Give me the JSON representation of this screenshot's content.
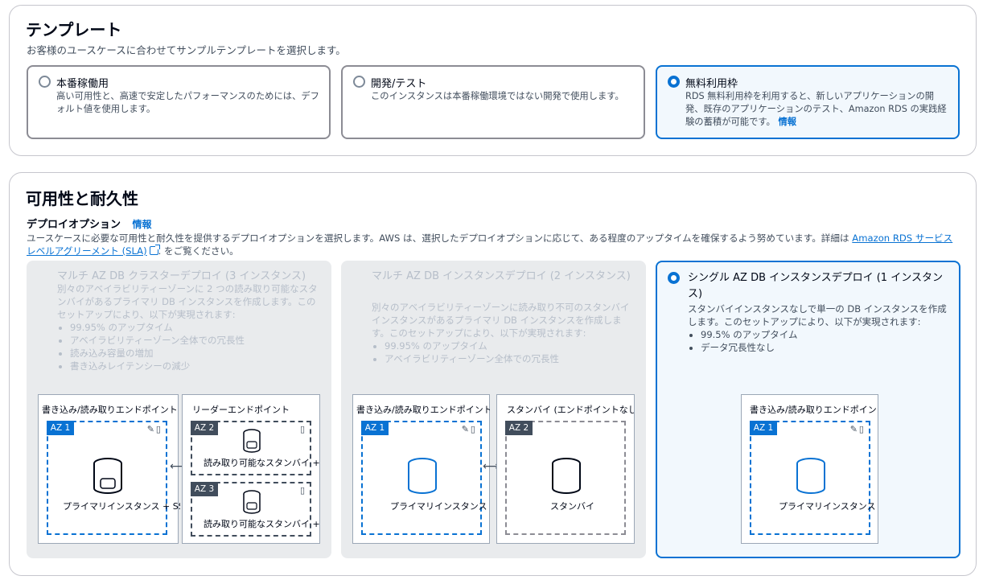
{
  "template": {
    "title": "テンプレート",
    "description": "お客様のユースケースに合わせてサンプルテンプレートを選択します。",
    "options": [
      {
        "title": "本番稼働用",
        "description": "高い可用性と、高速で安定したパフォーマンスのためには、デフォルト値を使用します。",
        "selected": false
      },
      {
        "title": "開発/テスト",
        "description": "このインスタンスは本番稼働環境ではない開発で使用します。",
        "selected": false
      },
      {
        "title": "無料利用枠",
        "description": "RDS 無料利用枠を利用すると、新しいアプリケーションの開発、既存のアプリケーションのテスト、Amazon RDS の実践経験の蓄積が可能です。",
        "info_link": "情報",
        "selected": true
      }
    ]
  },
  "availability": {
    "title": "可用性と耐久性",
    "deploy_label": "デプロイオプション",
    "info_link": "情報",
    "description_prefix": "ユースケースに必要な可用性と耐久性を提供するデプロイオプションを選択します。AWS は、選択したデプロイオプションに応じて、ある程度のアップタイムを確保するよう努めています。詳細は",
    "sla_link": "Amazon RDS サービスレベルアグリーメント (SLA)",
    "description_suffix": ". をご覧ください。",
    "options": [
      {
        "title": "マルチ AZ DB クラスターデプロイ (3 インスタンス)",
        "description": "別々のアベイラビリティーゾーンに 2 つの読み取り可能なスタンバイがあるプライマリ DB インスタンスを作成します。このセットアップにより、以下が実現されます:",
        "bullets": [
          "99.95% のアップタイム",
          "アベイラビリティーゾーン全体での冗長性",
          "読み込み容量の増加",
          "書き込みレイテンシーの減少"
        ],
        "disabled": true,
        "diagram": {
          "primary_box_label": "書き込み/読み取りエンドポイント",
          "reader_box_label": "リーダーエンドポイント",
          "az1": "AZ 1",
          "az2": "AZ 2",
          "az3": "AZ 3",
          "primary_label": "プライマリインスタンス + SSD",
          "standby_label": "読み取り可能なスタンバイ + SSD"
        }
      },
      {
        "title": "マルチ AZ DB インスタンスデプロイ (2 インスタンス)",
        "description": "別々のアベイラビリティーゾーンに読み取り不可のスタンバイインスタンスがあるプライマリ DB インスタンスを作成します。このセットアップにより、以下が実現されます:",
        "bullets": [
          "99.95% のアップタイム",
          "アベイラビリティーゾーン全体での冗長性"
        ],
        "disabled": true,
        "diagram": {
          "primary_box_label": "書き込み/読み取りエンドポイント",
          "standby_box_label": "スタンバイ (エンドポイントなし)",
          "az1": "AZ 1",
          "az2": "AZ 2",
          "primary_label": "プライマリインスタンス",
          "standby_label": "スタンバイ"
        }
      },
      {
        "title": "シングル AZ DB インスタンスデプロイ (1 インスタンス)",
        "description": "スタンバイインスタンスなしで単一の DB インスタンスを作成します。このセットアップにより、以下が実現されます:",
        "bullets": [
          "99.5% のアップタイム",
          "データ冗長性なし"
        ],
        "disabled": false,
        "selected": true,
        "diagram": {
          "primary_box_label": "書き込み/読み取りエンドポイント",
          "az1": "AZ 1",
          "primary_label": "プライマリインスタンス"
        }
      }
    ]
  },
  "colors": {
    "accent": "#0972d3",
    "selected_bg": "#f2f8fd",
    "disabled_bg": "#e9ebed"
  }
}
